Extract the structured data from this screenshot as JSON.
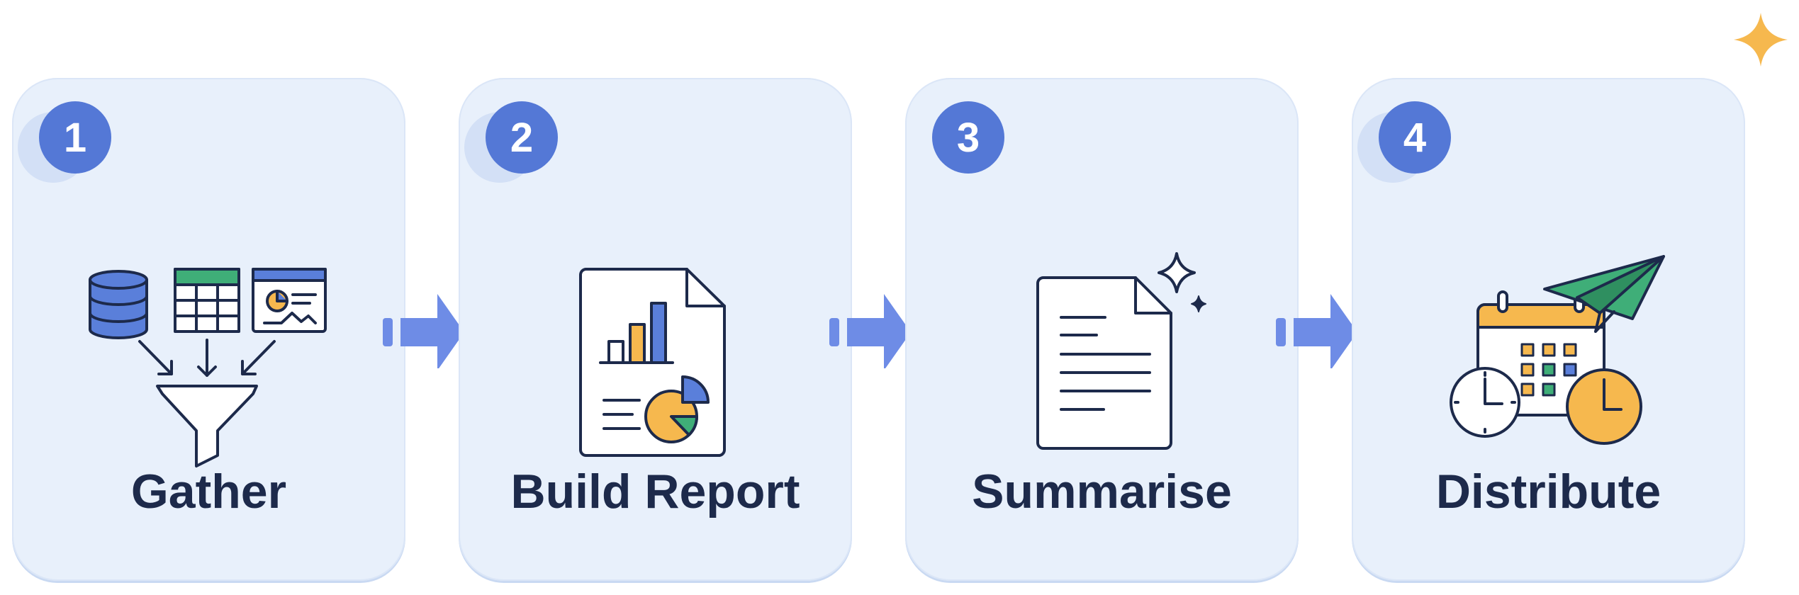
{
  "steps": [
    {
      "number": "1",
      "label": "Gather",
      "icon": "data-sources-funnel-icon"
    },
    {
      "number": "2",
      "label": "Build Report",
      "icon": "report-document-chart-icon"
    },
    {
      "number": "3",
      "label": "Summarise",
      "icon": "summary-document-sparkle-icon"
    },
    {
      "number": "4",
      "label": "Distribute",
      "icon": "calendar-clock-paper-plane-icon"
    }
  ],
  "colors": {
    "card": "#e8f0fb",
    "badge": "#5478d6",
    "label": "#1d2a4b",
    "arrow": "#6e8ce6",
    "accent_blue": "#5a7fda",
    "accent_yellow": "#f6b84e",
    "accent_green": "#3fae78",
    "sparkle": "#f6b84e"
  }
}
